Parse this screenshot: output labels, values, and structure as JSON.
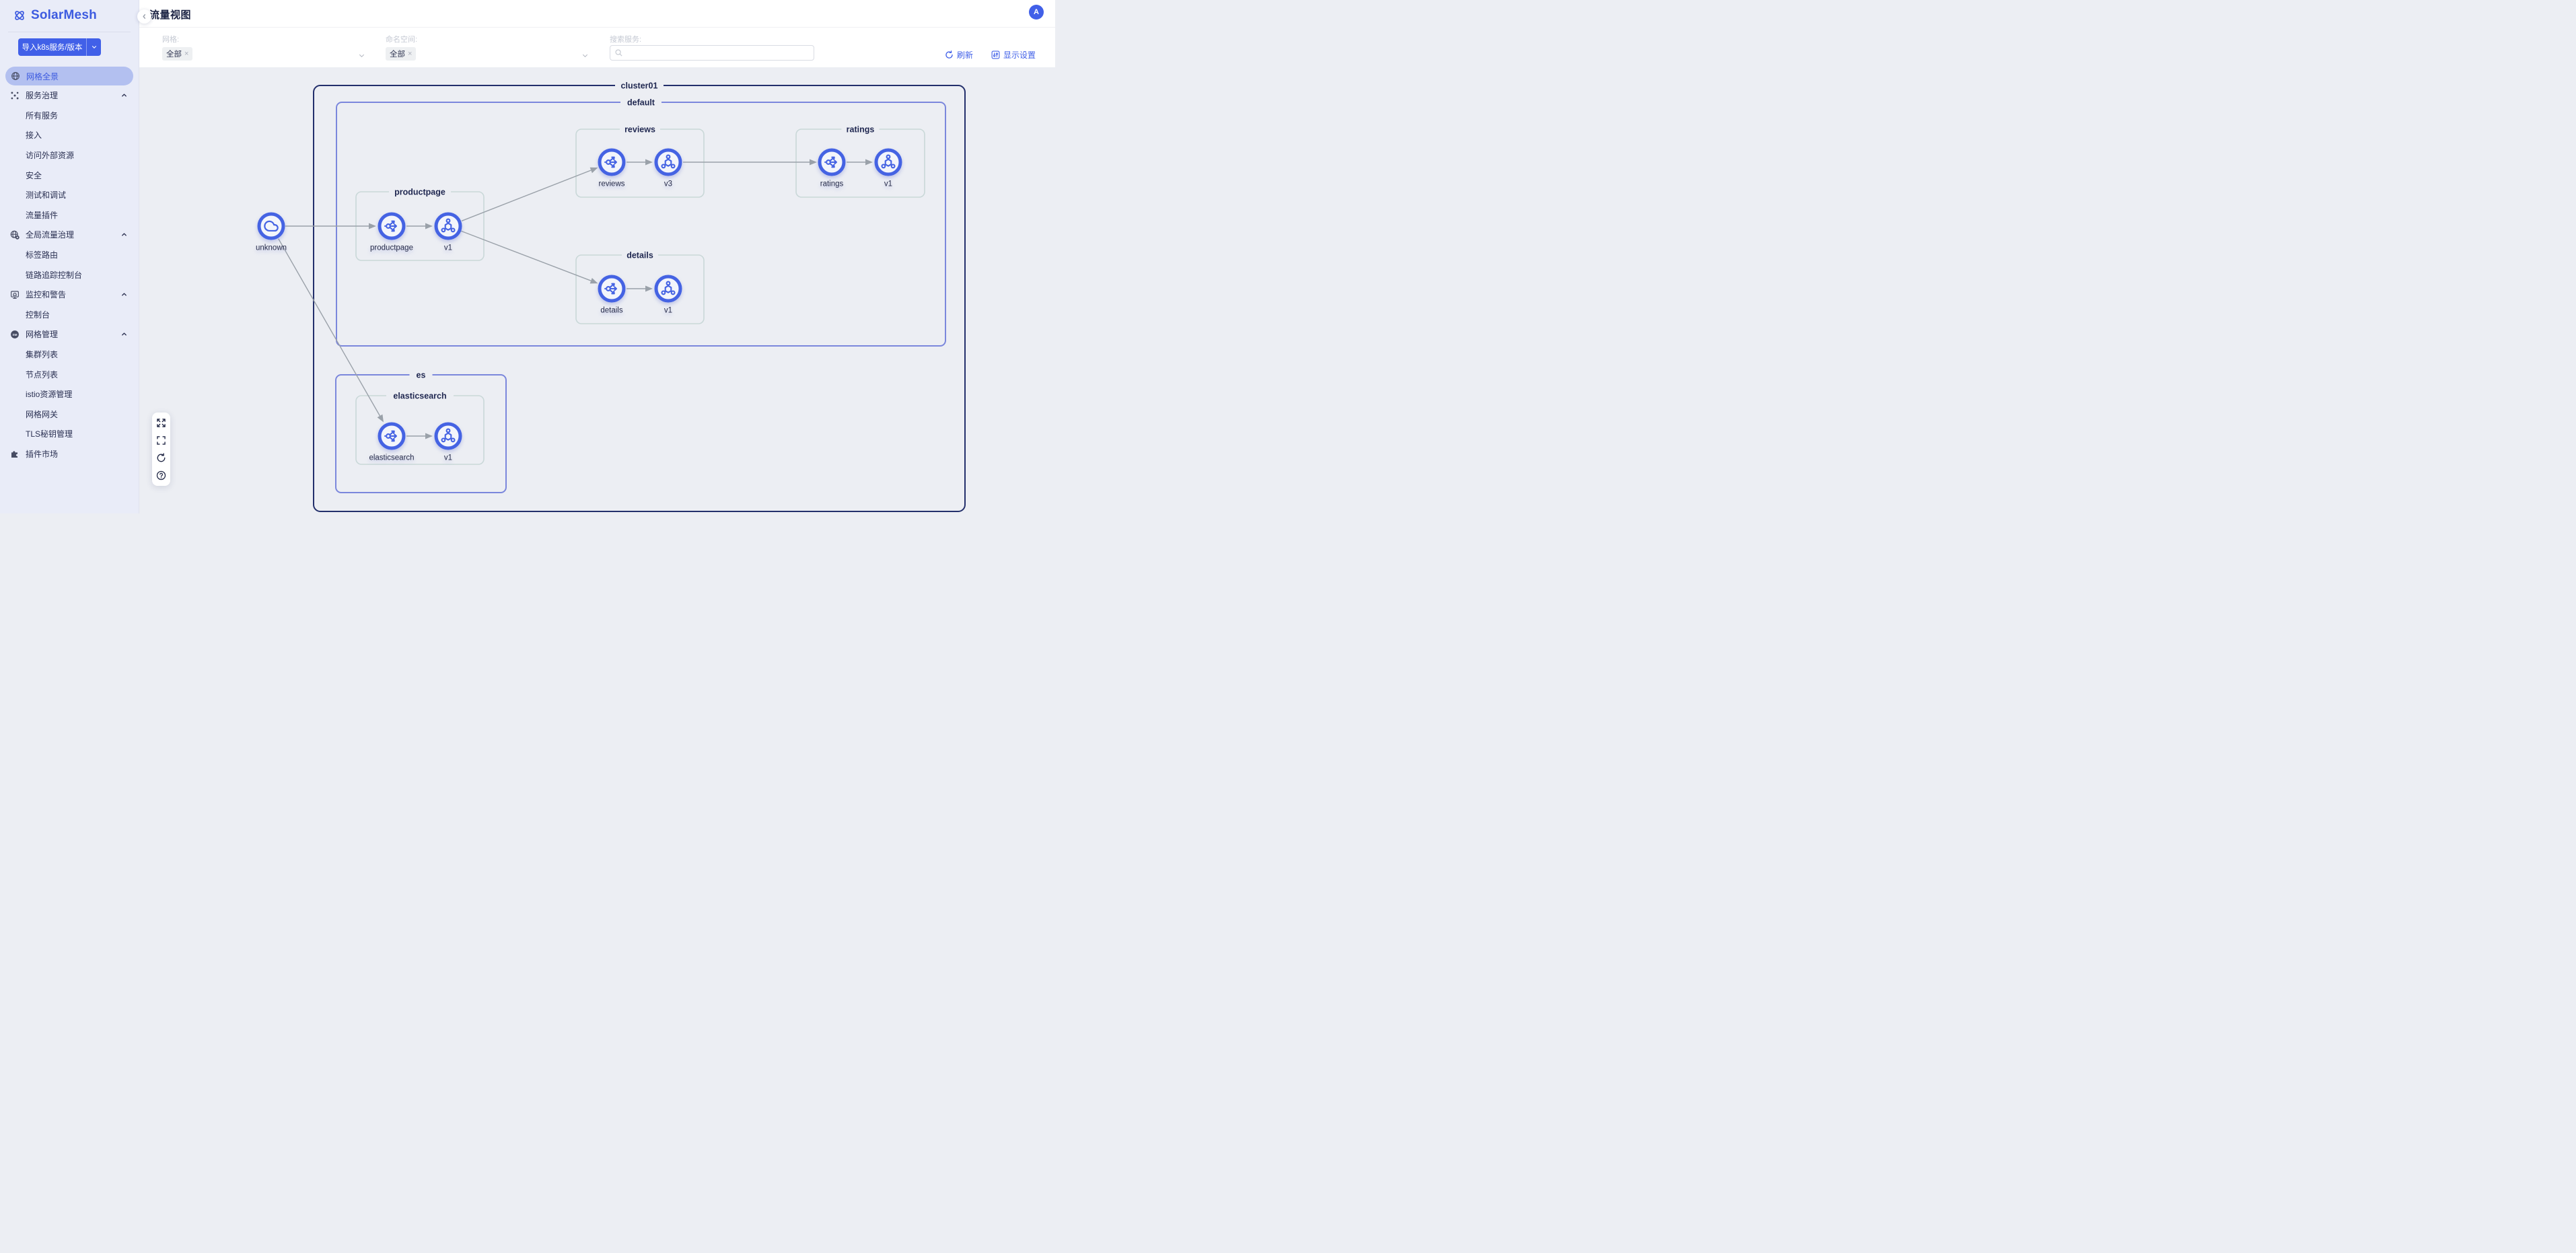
{
  "app": {
    "title": "SolarMesh",
    "page_title": "流量视图",
    "avatar_initial": "A"
  },
  "sidebar": {
    "import_button_label": "导入k8s服务/版本",
    "items": [
      {
        "label": "网格全景",
        "selected": true
      },
      {
        "label": "服务治理"
      },
      {
        "label": "所有服务"
      },
      {
        "label": "接入"
      },
      {
        "label": "访问外部资源"
      },
      {
        "label": "安全"
      },
      {
        "label": "测试和调试"
      },
      {
        "label": "流量插件"
      },
      {
        "label": "全局流量治理"
      },
      {
        "label": "标签路由"
      },
      {
        "label": "链路追踪控制台"
      },
      {
        "label": "监控和警告"
      },
      {
        "label": "控制台"
      },
      {
        "label": "网格管理"
      },
      {
        "label": "集群列表"
      },
      {
        "label": "节点列表"
      },
      {
        "label": "istio资源管理"
      },
      {
        "label": "网格网关"
      },
      {
        "label": "TLS秘钥管理"
      },
      {
        "label": "插件市场"
      }
    ]
  },
  "filters": {
    "mesh_label": "网格:",
    "mesh_value": "全部",
    "namespace_label": "命名空间:",
    "namespace_value": "全部",
    "search_label": "搜索服务:",
    "search_value": "",
    "refresh_label": "刷新",
    "display_settings_label": "显示设置"
  },
  "icons": {
    "mesh_management_badge": "SM",
    "chip_remove": "×"
  },
  "graph": {
    "cluster_label": "cluster01",
    "namespaces": [
      {
        "label": "default"
      },
      {
        "label": "es"
      }
    ],
    "groups": [
      {
        "label": "reviews"
      },
      {
        "label": "ratings"
      },
      {
        "label": "productpage"
      },
      {
        "label": "details"
      },
      {
        "label": "elasticsearch"
      }
    ],
    "nodes": [
      {
        "label": "unknown",
        "type": "external"
      },
      {
        "label": "productpage",
        "type": "service",
        "group": "productpage"
      },
      {
        "label": "v1",
        "type": "version",
        "group": "productpage"
      },
      {
        "label": "reviews",
        "type": "service",
        "group": "reviews"
      },
      {
        "label": "v3",
        "type": "version",
        "group": "reviews"
      },
      {
        "label": "ratings",
        "type": "service",
        "group": "ratings"
      },
      {
        "label": "v1",
        "type": "version",
        "group": "ratings"
      },
      {
        "label": "details",
        "type": "service",
        "group": "details"
      },
      {
        "label": "v1",
        "type": "version",
        "group": "details"
      },
      {
        "label": "elasticsearch",
        "type": "service",
        "group": "elasticsearch"
      },
      {
        "label": "v1",
        "type": "version",
        "group": "elasticsearch"
      }
    ],
    "edges": [
      {
        "from": "unknown",
        "to": "productpage"
      },
      {
        "from": "unknown",
        "to": "elasticsearch"
      },
      {
        "from": "productpage",
        "to": "productpage/v1"
      },
      {
        "from": "productpage/v1",
        "to": "reviews"
      },
      {
        "from": "productpage/v1",
        "to": "details"
      },
      {
        "from": "reviews",
        "to": "reviews/v3"
      },
      {
        "from": "reviews/v3",
        "to": "ratings"
      },
      {
        "from": "ratings",
        "to": "ratings/v1"
      },
      {
        "from": "details",
        "to": "details/v1"
      },
      {
        "from": "elasticsearch",
        "to": "elasticsearch/v1"
      }
    ]
  },
  "colors": {
    "accent": "#4160e8",
    "sidebar_bg": "#e9ecf8",
    "selected_pill": "#b3c0f0",
    "canvas_bg": "#eceef3",
    "cluster_border": "#232f6b",
    "namespace_border": "#7b87dc",
    "group_border": "#c9d8d8",
    "node_ring": "#4563e3",
    "edge": "#9aa1a9"
  }
}
